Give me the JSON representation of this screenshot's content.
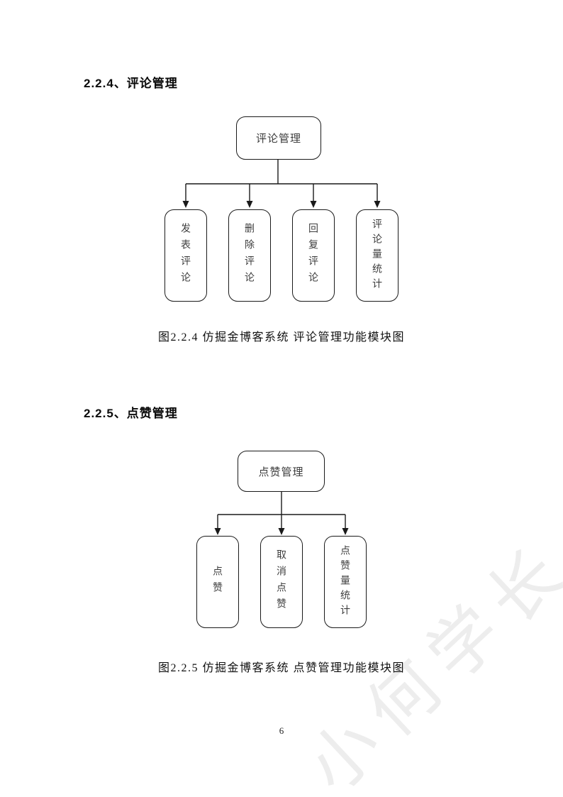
{
  "page": {
    "number": "6",
    "watermark": "小何学长"
  },
  "sections": [
    {
      "heading": "2.2.4、评论管理",
      "diagram": {
        "root": "评论管理",
        "children": [
          "发表评论",
          "删除评论",
          "回复评论",
          "评论量统计"
        ]
      },
      "caption": "图2.2.4 仿掘金博客系统 评论管理功能模块图"
    },
    {
      "heading": "2.2.5、点赞管理",
      "diagram": {
        "root": "点赞管理",
        "children": [
          "点赞",
          "取消点赞",
          "点赞量统计"
        ]
      },
      "caption": "图2.2.5 仿掘金博客系统 点赞管理功能模块图"
    }
  ]
}
